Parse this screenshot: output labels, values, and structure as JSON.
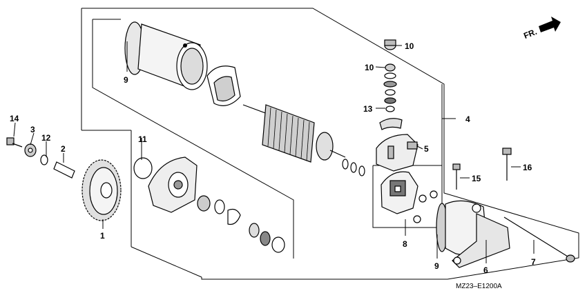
{
  "direction_arrow": {
    "label": "FR.",
    "icon": "front-direction-arrow-icon"
  },
  "diagram_code": "MZ23–E1200A",
  "callouts": {
    "c1": "1",
    "c2": "2",
    "c3": "3",
    "c4": "4",
    "c5": "5",
    "c6": "6",
    "c7": "7",
    "c8": "8",
    "c9a": "9",
    "c9b": "9",
    "c10a": "10",
    "c10b": "10",
    "c11": "11",
    "c12": "12",
    "c13": "13",
    "c14": "14",
    "c15": "15",
    "c16": "16"
  },
  "colors": {
    "line": "#000000",
    "background": "#ffffff",
    "shade": "#cfcfcf"
  }
}
